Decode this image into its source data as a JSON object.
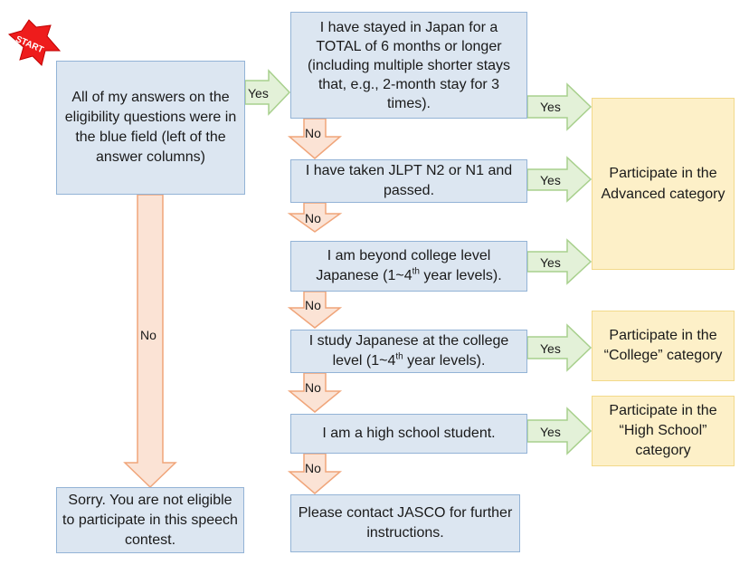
{
  "start_label": "START",
  "colors": {
    "blue_fill": "#dce6f1",
    "blue_border": "#93b3d6",
    "yellow_fill": "#fdf0c8",
    "yellow_border": "#f2d98a",
    "yes_arrow_fill": "#e3f1d8",
    "yes_arrow_border": "#a8d08d",
    "no_arrow_fill": "#fbe3d5",
    "no_arrow_border": "#f0a57a",
    "start_fill": "#ee1c1c"
  },
  "nodes": {
    "start_question": "All of my answers on the eligibility questions were in the blue field (left of the answer columns)",
    "q_stayed": "I have stayed in Japan for a TOTAL of 6 months or longer (including multiple shorter stays that, e.g., 2-month stay for 3 times).",
    "q_jlpt": "I have taken JLPT N2 or N1 and passed.",
    "q_beyond_pre": "I am beyond college level Japanese  (1~4",
    "q_beyond_sup": "th",
    "q_beyond_post": " year levels).",
    "q_college_pre": "I study Japanese at the college level (1~4",
    "q_college_sup": "th",
    "q_college_post": " year levels).",
    "q_highschool": "I am a high school student.",
    "contact": "Please contact JASCO for further instructions.",
    "not_eligible": "Sorry. You are not eligible to participate in this speech contest.",
    "advanced": "Participate in the Advanced category",
    "college": "Participate in the “College” category",
    "highschool": "Participate in the “High School” category"
  },
  "arrows": {
    "yes": "Yes",
    "no": "No"
  }
}
